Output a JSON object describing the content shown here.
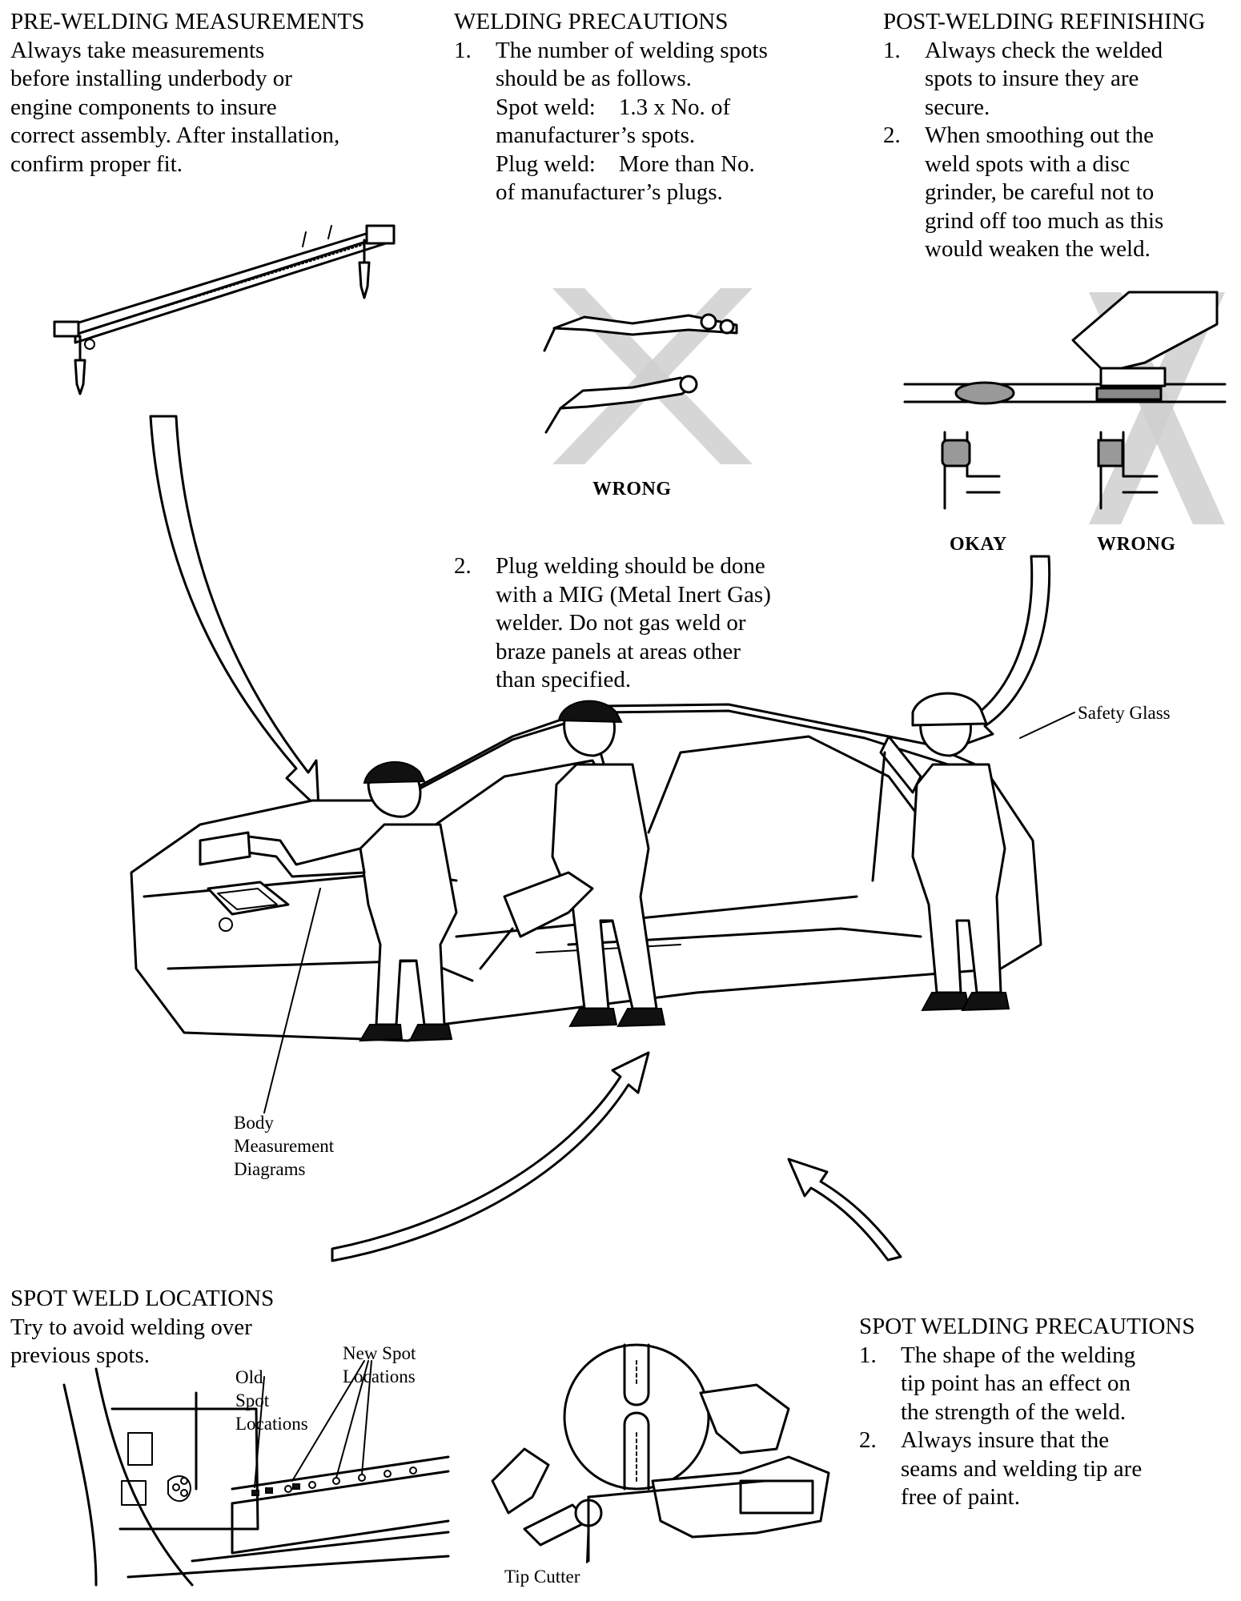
{
  "sections": {
    "pre_welding": {
      "heading": "PRE-WELDING MEASUREMENTS",
      "lines": [
        "Always take measurements",
        "before installing underbody or",
        "engine components to insure",
        "correct assembly. After installation,",
        "confirm proper fit."
      ]
    },
    "welding_precautions": {
      "heading": "WELDING PRECAUTIONS",
      "item1": {
        "num": "1.",
        "lines": [
          "The number of welding spots",
          "should be as follows.",
          "Spot weld:    1.3 x No. of",
          "manufacturer’s spots.",
          "Plug weld:    More than No.",
          "of manufacturer’s plugs."
        ]
      },
      "item2": {
        "num": "2.",
        "lines": [
          "Plug welding should be done",
          "with a MIG (Metal Inert Gas)",
          "welder. Do not gas weld or",
          "braze panels at areas other",
          "than specified."
        ]
      }
    },
    "post_welding": {
      "heading": "POST-WELDING REFINISHING",
      "item1": {
        "num": "1.",
        "lines": [
          "Always check the welded",
          "spots to insure they are",
          "secure."
        ]
      },
      "item2": {
        "num": "2.",
        "lines": [
          "When smoothing out the",
          "weld spots with a disc",
          "grinder, be careful not to",
          "grind off too much as this",
          "would weaken the weld."
        ]
      }
    },
    "spot_weld_locations": {
      "heading": "SPOT WELD LOCATIONS",
      "lines": [
        "Try to avoid welding over",
        "previous spots."
      ]
    },
    "spot_welding_precautions": {
      "heading": "SPOT WELDING PRECAUTIONS",
      "item1": {
        "num": "1.",
        "lines": [
          "The shape of the welding",
          "tip point has an effect on",
          "the strength of the weld."
        ]
      },
      "item2": {
        "num": "2.",
        "lines": [
          "Always insure that the",
          "seams and welding tip are",
          "free of paint."
        ]
      }
    }
  },
  "labels": {
    "wrong_torch": "WRONG",
    "okay": "OKAY",
    "wrong_grind": "WRONG",
    "safety_glass": "Safety Glass",
    "body_measurement": [
      "Body",
      "Measurement",
      "Diagrams"
    ],
    "old_spot": [
      "Old",
      "Spot",
      "Locations"
    ],
    "new_spot": [
      "New Spot",
      "Locations"
    ],
    "tip_cutter": "Tip Cutter"
  }
}
